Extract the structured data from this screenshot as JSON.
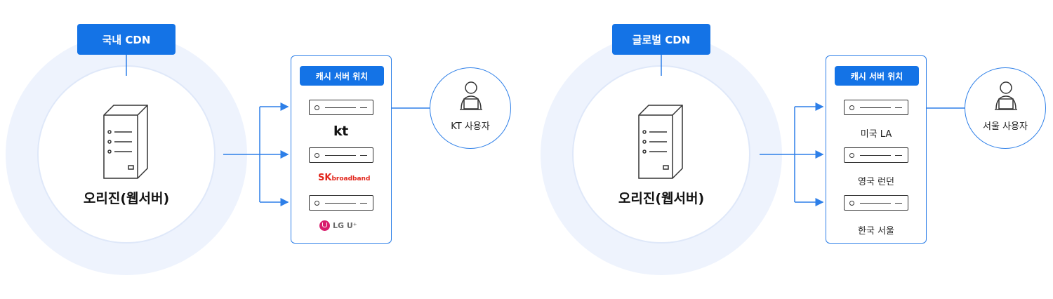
{
  "colors": {
    "accent": "#1473e6",
    "ring": "#eef3fd",
    "line": "#2d7fe8"
  },
  "domestic": {
    "cdn_label": "국내 CDN",
    "origin_label": "오리진(웹서버)",
    "panel_title": "캐시 서버 위치",
    "isps": {
      "kt": "kt",
      "sk_prefix": "SK",
      "sk_suffix": "broadband",
      "lgu": "LG U⁺"
    },
    "user_label": "KT 사용자"
  },
  "global": {
    "cdn_label": "글로벌 CDN",
    "origin_label": "오리진(웹서버)",
    "panel_title": "캐시 서버 위치",
    "locations": [
      "미국 LA",
      "영국 런던",
      "한국 서울"
    ],
    "user_label": "서울 사용자"
  }
}
